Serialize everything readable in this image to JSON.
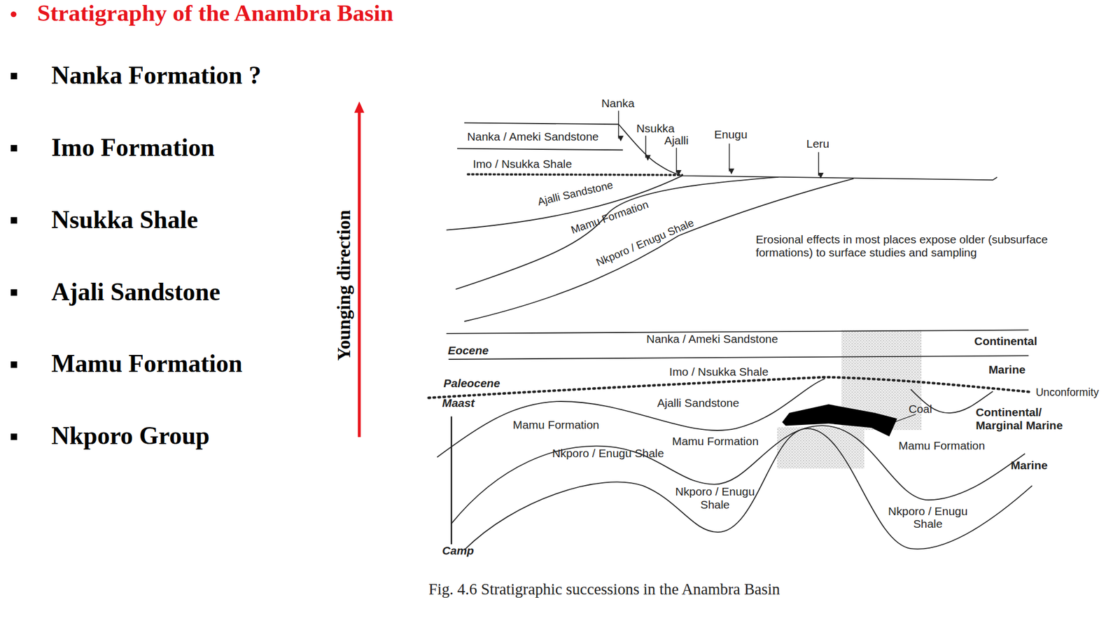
{
  "diagram": {
    "title": "Stratigraphy of the Anambra Basin",
    "caption": "Fig. 4.6 Stratigraphic successions in the Anambra Basin",
    "labels": [
      "Nanka Formation ?",
      "Imo Formation",
      "Nsukka Shale",
      "Ajali Sandstone",
      "Mamu Formation",
      "Nkporo Group",
      "Younging direction",
      "Nanka",
      "Nsukka",
      "Ajalli",
      "Enugu",
      "Leru",
      "Nanka / Ameki Sandstone",
      "Imo / Nsukka Shale",
      "Ajalli Sandstone",
      "Mamu Formation",
      "Nkporo / Enugu Shale",
      "Erosional effects in most places expose older (subsurface formations) to surface studies and sampling",
      "Nanka / Ameki Sandstone",
      "Continental",
      "Eocene",
      "Imo / Nsukka Shale",
      "Marine",
      "Paleocene",
      "Maast",
      "Ajalli Sandstone",
      "Unconformity",
      "Coal",
      "Continental/ Marginal Marine",
      "Mamu Formation",
      "Mamu Formation",
      "Mamu Formation",
      "Nkporo / Enugu Shale",
      "Nkporo / Enugu Shale",
      "Marine",
      "Nkporo / Enugu Shale",
      "Camp"
    ]
  }
}
